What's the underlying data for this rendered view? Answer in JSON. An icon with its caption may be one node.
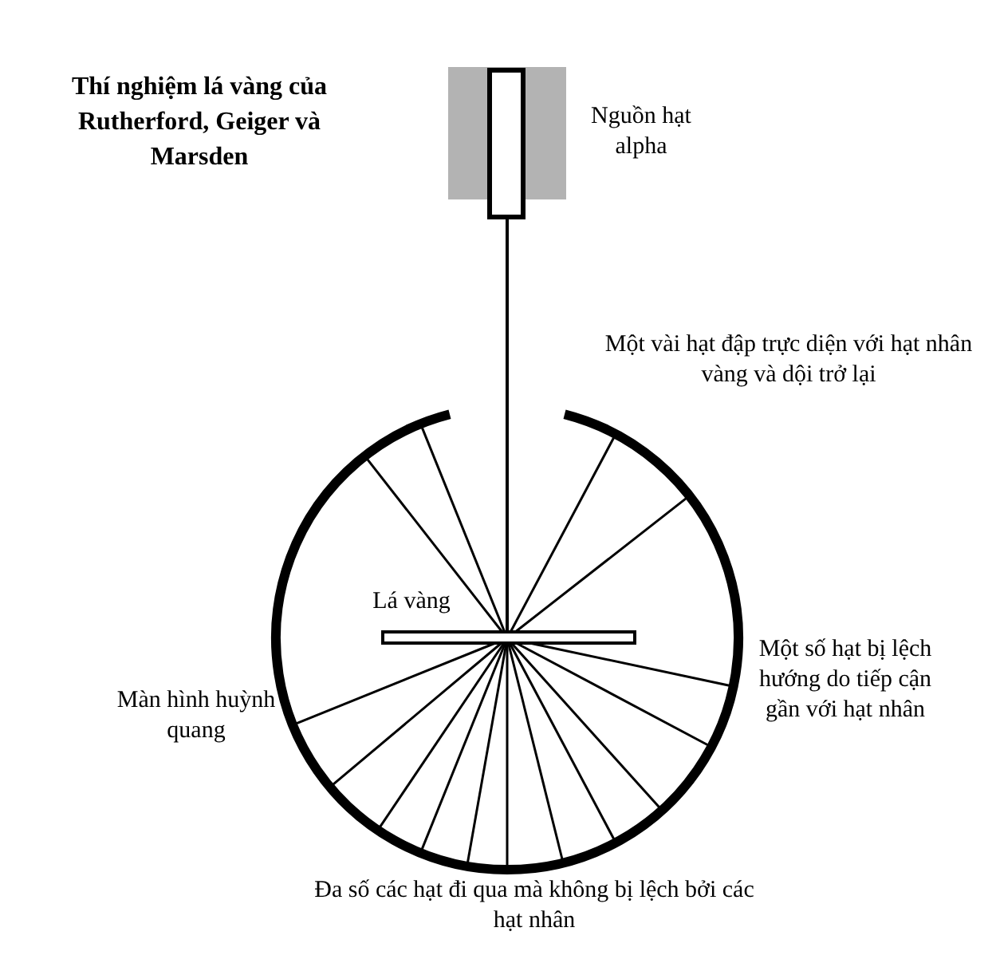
{
  "diagram": {
    "title": "Thí nghiệm lá vàng của Rutherford, Geiger và Marsden",
    "labels": [
      "Nguồn hạt alpha",
      "Một vài hạt đập trực diện với hạt nhân vàng và dội trở lại",
      "Lá vàng",
      "Một số hạt bị lệch hướng do tiếp cận gần với hạt nhân",
      "Màn hình huỳnh quang",
      "Đa số các hạt đi qua mà không bị lệch bởi các hạt nhân"
    ]
  }
}
